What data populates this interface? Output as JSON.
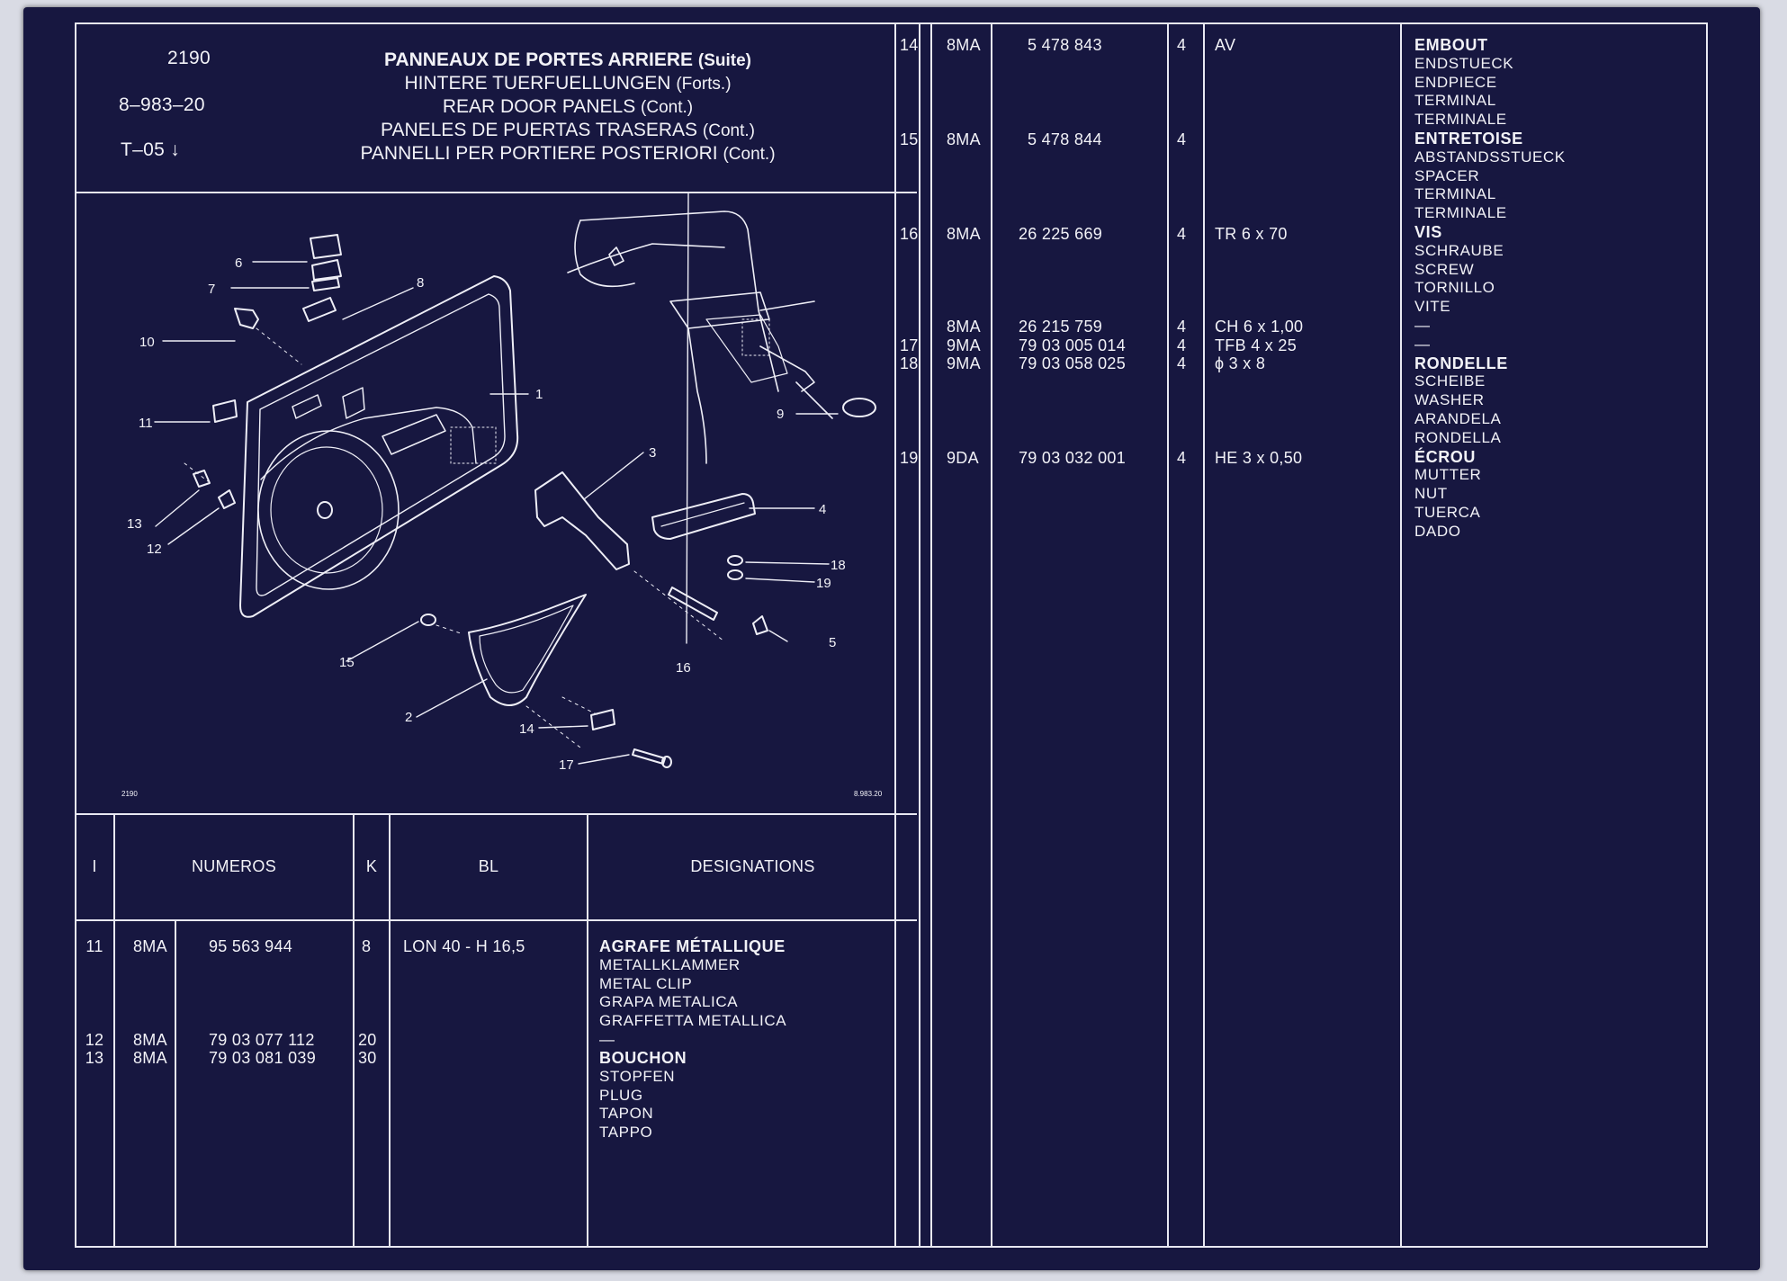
{
  "header": {
    "code": "2190",
    "ref": "8–983–20",
    "variant": "T–05 ↓",
    "titles": [
      {
        "main": "PANNEAUX DE PORTES ARRIERE",
        "suffix": "(Suite)"
      },
      {
        "main": "HINTERE TUERFUELLUNGEN",
        "suffix": "(Forts.)"
      },
      {
        "main": "REAR DOOR PANELS",
        "suffix": "(Cont.)"
      },
      {
        "main": "PANELES DE PUERTAS TRASERAS",
        "suffix": "(Cont.)"
      },
      {
        "main": "PANNELLI PER PORTIERE POSTERIORI",
        "suffix": "(Cont.)"
      }
    ]
  },
  "diagram": {
    "corner_left": "2190",
    "corner_right": "8.983.20",
    "callouts": [
      "1",
      "2",
      "3",
      "4",
      "5",
      "6",
      "7",
      "8",
      "9",
      "10",
      "11",
      "12",
      "13",
      "14",
      "15",
      "16",
      "17",
      "18",
      "19"
    ]
  },
  "table_headers": {
    "col_i": "I",
    "col_numeros": "NUMEROS",
    "col_k": "K",
    "col_bl": "BL",
    "col_designations": "DESIGNATIONS"
  },
  "left_rows": [
    {
      "i": "11",
      "prefix": "8MA",
      "number": "95 563 944",
      "k": "8",
      "bl": "LON 40 - H 16,5"
    },
    {
      "i": "12",
      "prefix": "8MA",
      "number": "79 03 077 112",
      "k": "20",
      "bl": ""
    },
    {
      "i": "13",
      "prefix": "8MA",
      "number": "79 03 081 039",
      "k": "30",
      "bl": ""
    }
  ],
  "left_designations": [
    {
      "bold": "AGRAFE MÉTALLIQUE",
      "lines": [
        "METALLKLAMMER",
        "METAL CLIP",
        "GRAPA METALICA",
        "GRAFFETTA METALLICA",
        "—"
      ]
    },
    {
      "bold": "BOUCHON",
      "lines": [
        "STOPFEN",
        "PLUG",
        "TAPON",
        "TAPPO"
      ]
    }
  ],
  "right_rows": [
    {
      "i": "14",
      "prefix": "8MA",
      "number": "5 478 843",
      "k": "4",
      "bl": "AV"
    },
    {
      "i": "15",
      "prefix": "8MA",
      "number": "5 478 844",
      "k": "4",
      "bl": ""
    },
    {
      "i": "16",
      "prefix": "8MA",
      "number": "26 225 669",
      "k": "4",
      "bl": "TR 6 x 70"
    },
    {
      "i": "",
      "prefix": "8MA",
      "number": "26 215 759",
      "k": "4",
      "bl": "CH 6 x 1,00"
    },
    {
      "i": "17",
      "prefix": "9MA",
      "number": "79 03 005 014",
      "k": "4",
      "bl": "TFB 4 x 25"
    },
    {
      "i": "18",
      "prefix": "9MA",
      "number": "79 03 058 025",
      "k": "4",
      "bl": "ϕ  3 x 8"
    },
    {
      "i": "19",
      "prefix": "9DA",
      "number": "79 03 032 001",
      "k": "4",
      "bl": "HE 3 x 0,50"
    }
  ],
  "right_designations": [
    {
      "bold": "EMBOUT",
      "lines": [
        "ENDSTUECK",
        "ENDPIECE",
        "TERMINAL",
        "TERMINALE"
      ]
    },
    {
      "bold": "ENTRETOISE",
      "lines": [
        "ABSTANDSSTUECK",
        "SPACER",
        "TERMINAL",
        "TERMINALE"
      ]
    },
    {
      "bold": "VIS",
      "lines": [
        "SCHRAUBE",
        "SCREW",
        "TORNILLO",
        "VITE",
        "—",
        "—"
      ]
    },
    {
      "bold": "RONDELLE",
      "lines": [
        "SCHEIBE",
        "WASHER",
        "ARANDELA",
        "RONDELLA"
      ]
    },
    {
      "bold": "ÉCROU",
      "lines": [
        "MUTTER",
        "NUT",
        "TUERCA",
        "DADO"
      ]
    }
  ]
}
